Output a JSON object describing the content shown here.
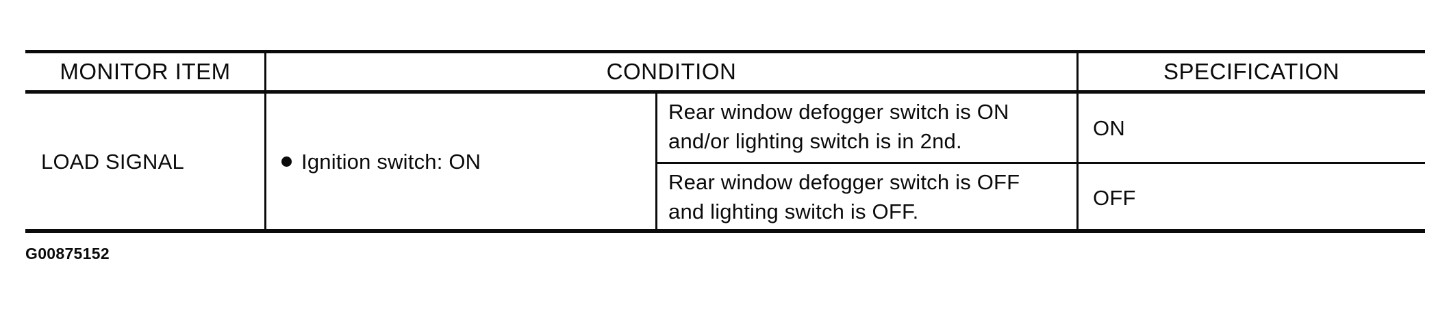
{
  "colors": {
    "ink": "#0b0b0b",
    "background": "#ffffff"
  },
  "table": {
    "headers": {
      "monitor_item": "MONITOR ITEM",
      "condition": "CONDITION",
      "specification": "SPECIFICATION"
    },
    "row": {
      "monitor_item": "LOAD SIGNAL",
      "condition_main": "Ignition switch: ON",
      "sub_rows": [
        {
          "condition_line1": "Rear window defogger switch is ON",
          "condition_line2": "and/or lighting switch is in 2nd.",
          "specification": "ON"
        },
        {
          "condition_line1": "Rear window defogger switch is OFF",
          "condition_line2": "and lighting switch is OFF.",
          "specification": "OFF"
        }
      ]
    }
  },
  "figure_id": "G00875152"
}
